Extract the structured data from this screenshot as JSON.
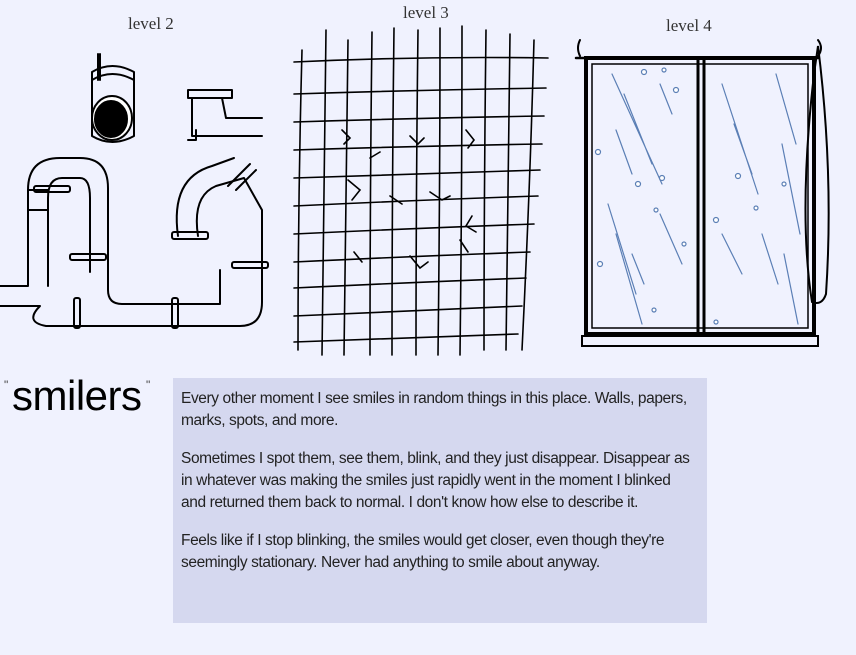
{
  "panels": [
    {
      "id": "level-2",
      "label": "level 2"
    },
    {
      "id": "level-3",
      "label": "level 3"
    },
    {
      "id": "level-4",
      "label": "level 4"
    }
  ],
  "entity": {
    "name": "smilers",
    "description": [
      "Every other moment I see smiles in random things in this place. Walls, papers, marks, spots, and more.",
      "Sometimes I spot them, see them, blink, and they just disappear. Disappear as in whatever was making the smiles just rapidly went in the moment I blinked and returned them back to normal. I don't know how else to describe it.",
      "Feels like if I stop blinking, the smiles would get closer, even though they're seemingly stationary. Never had anything to smile about anyway."
    ]
  },
  "colors": {
    "background": "#f0f2fe",
    "text_box": "#d5d8ef",
    "rain_streaks": "#5b7fb5"
  }
}
